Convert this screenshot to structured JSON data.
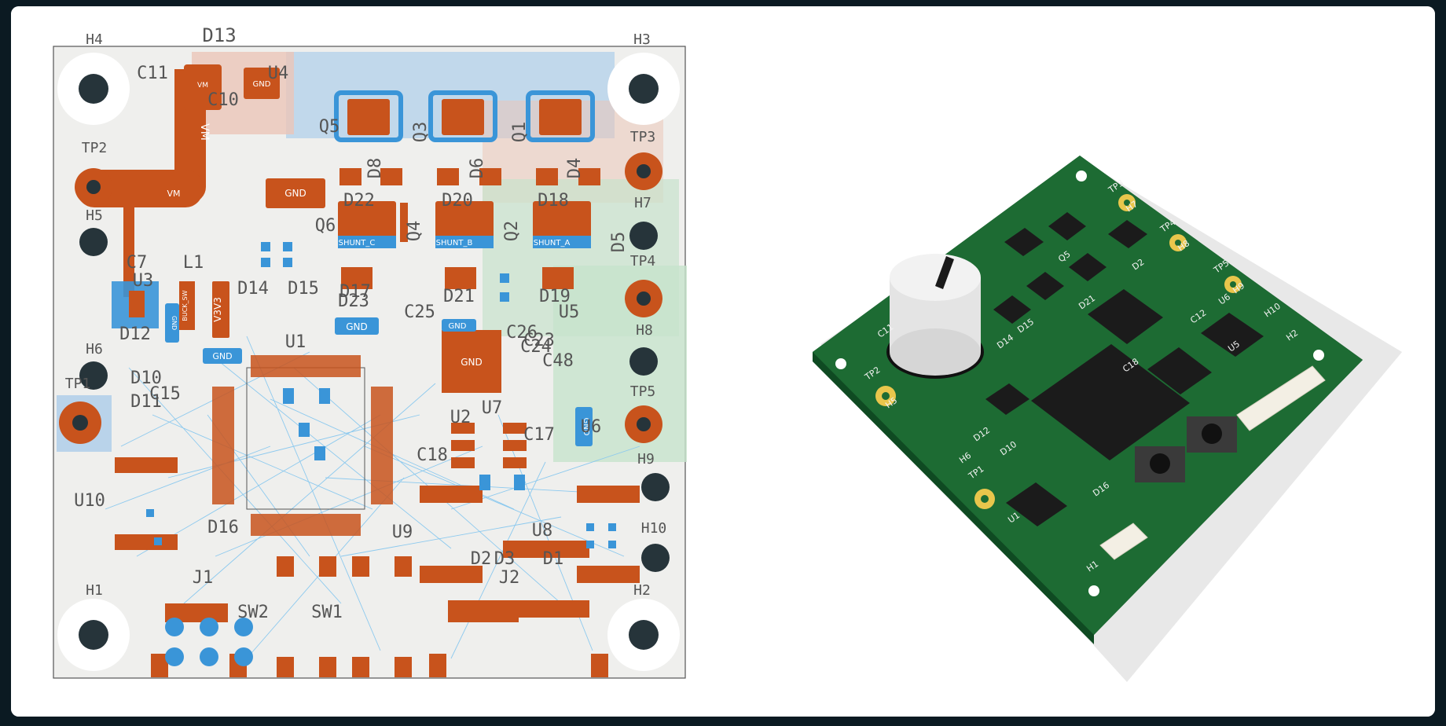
{
  "views": {
    "layout_2d": {
      "name": "pcb-layout-2d-view"
    },
    "render_3d": {
      "name": "pcb-3d-render-view"
    }
  },
  "colors": {
    "board": "#efefed",
    "copper": "#c8531c",
    "via_blue": "#3a95d8",
    "zone_blue": "#b9d3ea",
    "zone_green": "#c7e3cc",
    "zone_red": "#ebc6b8",
    "ratsnest": "#8cc9ee",
    "silkscreen": "#555555",
    "solder_mask_green": "#1d6b33",
    "pad_gold": "#e9c64c"
  },
  "reference_labels": [
    {
      "text": "H4"
    },
    {
      "text": "H3"
    },
    {
      "text": "D13"
    },
    {
      "text": "C11"
    },
    {
      "text": "U4"
    },
    {
      "text": "C10"
    },
    {
      "text": "Q5"
    },
    {
      "text": "Q3"
    },
    {
      "text": "Q1"
    },
    {
      "text": "D8"
    },
    {
      "text": "D6"
    },
    {
      "text": "D4"
    },
    {
      "text": "TP2"
    },
    {
      "text": "TP3"
    },
    {
      "text": "H7"
    },
    {
      "text": "D22"
    },
    {
      "text": "D20"
    },
    {
      "text": "D18"
    },
    {
      "text": "H5"
    },
    {
      "text": "Q6"
    },
    {
      "text": "Q4"
    },
    {
      "text": "Q2"
    },
    {
      "text": "D5"
    },
    {
      "text": "TP4"
    },
    {
      "text": "C7"
    },
    {
      "text": "L1"
    },
    {
      "text": "U3"
    },
    {
      "text": "D14"
    },
    {
      "text": "D15"
    },
    {
      "text": "D17"
    },
    {
      "text": "D21"
    },
    {
      "text": "D19"
    },
    {
      "text": "C25"
    },
    {
      "text": "U5"
    },
    {
      "text": "D23"
    },
    {
      "text": "C26"
    },
    {
      "text": "C23"
    },
    {
      "text": "H8"
    },
    {
      "text": "D12"
    },
    {
      "text": "U1"
    },
    {
      "text": "C24"
    },
    {
      "text": "H6"
    },
    {
      "text": "C48"
    },
    {
      "text": "TP1"
    },
    {
      "text": "D10"
    },
    {
      "text": "C15"
    },
    {
      "text": "D11"
    },
    {
      "text": "U2"
    },
    {
      "text": "U7"
    },
    {
      "text": "TP5"
    },
    {
      "text": "C17"
    },
    {
      "text": "U6"
    },
    {
      "text": "C18"
    },
    {
      "text": "H9"
    },
    {
      "text": "U10"
    },
    {
      "text": "D16"
    },
    {
      "text": "U9"
    },
    {
      "text": "U8"
    },
    {
      "text": "H10"
    },
    {
      "text": "J1"
    },
    {
      "text": "D2"
    },
    {
      "text": "D3"
    },
    {
      "text": "D1"
    },
    {
      "text": "J2"
    },
    {
      "text": "H1"
    },
    {
      "text": "SW2"
    },
    {
      "text": "SW1"
    },
    {
      "text": "H2"
    }
  ],
  "pad_labels": {
    "gnd": "GND",
    "vm": "VM",
    "v3v3": "V3V3",
    "buck_sw": "BUCK_SW",
    "shunt_a": "SHUNT_A",
    "shunt_b": "SHUNT_B",
    "shunt_c": "SHUNT_C"
  },
  "render_labels": [
    {
      "text": "TP3"
    },
    {
      "text": "H7"
    },
    {
      "text": "TP4"
    },
    {
      "text": "H8"
    },
    {
      "text": "TP5"
    },
    {
      "text": "H9"
    },
    {
      "text": "H10"
    },
    {
      "text": "H2"
    },
    {
      "text": "U6"
    },
    {
      "text": "C12"
    },
    {
      "text": "U5"
    },
    {
      "text": "D21"
    },
    {
      "text": "D15"
    },
    {
      "text": "D14"
    },
    {
      "text": "C11"
    },
    {
      "text": "TP2"
    },
    {
      "text": "H5"
    },
    {
      "text": "D12"
    },
    {
      "text": "H6"
    },
    {
      "text": "D10"
    },
    {
      "text": "TP1"
    },
    {
      "text": "U1"
    },
    {
      "text": "D16"
    },
    {
      "text": "H1"
    },
    {
      "text": "C18"
    },
    {
      "text": "D2"
    },
    {
      "text": "Q5"
    }
  ]
}
